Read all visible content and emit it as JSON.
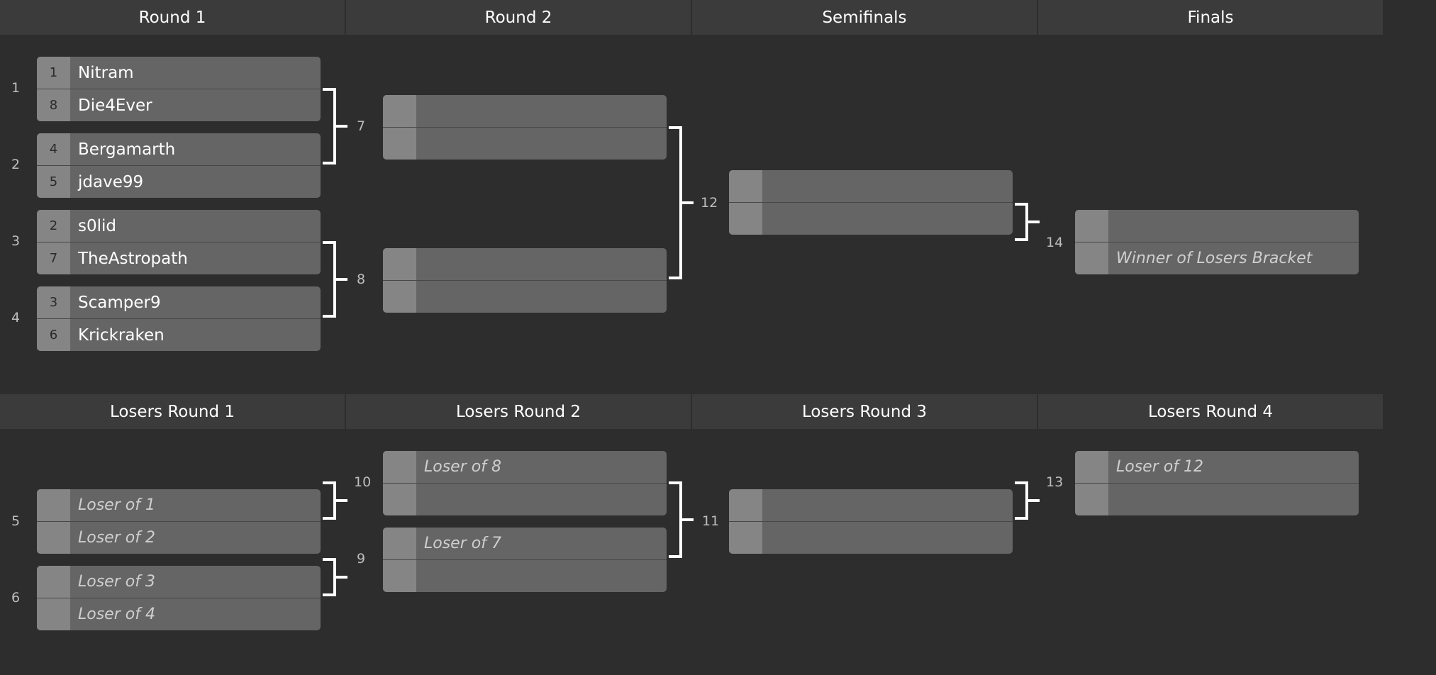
{
  "winners_headers": [
    "Round 1",
    "Round 2",
    "Semifinals",
    "Finals"
  ],
  "losers_headers": [
    "Losers Round 1",
    "Losers Round 2",
    "Losers Round 3",
    "Losers Round 4"
  ],
  "matches": {
    "m1": {
      "number": "1",
      "p1_seed": "1",
      "p1": "Nitram",
      "p2_seed": "8",
      "p2": "Die4Ever"
    },
    "m2": {
      "number": "2",
      "p1_seed": "4",
      "p1": "Bergamarth",
      "p2_seed": "5",
      "p2": "jdave99"
    },
    "m3": {
      "number": "3",
      "p1_seed": "2",
      "p1": "s0lid",
      "p2_seed": "7",
      "p2": "TheAstropath"
    },
    "m4": {
      "number": "4",
      "p1_seed": "3",
      "p1": "Scamper9",
      "p2_seed": "6",
      "p2": "Krickraken"
    },
    "m7": {
      "number": "7"
    },
    "m8": {
      "number": "8"
    },
    "m12": {
      "number": "12"
    },
    "m14": {
      "number": "14",
      "p2": "Winner of Losers Bracket"
    },
    "m5": {
      "number": "5",
      "p1": "Loser of 1",
      "p2": "Loser of 2"
    },
    "m6": {
      "number": "6",
      "p1": "Loser of 3",
      "p2": "Loser of 4"
    },
    "m10": {
      "number": "10",
      "p1": "Loser of 8"
    },
    "m9": {
      "number": "9",
      "p1": "Loser of 7"
    },
    "m11": {
      "number": "11"
    },
    "m13": {
      "number": "13",
      "p1": "Loser of 12"
    }
  },
  "colors": {
    "background": "#2d2d2d",
    "header": "#3b3b3b",
    "slot": "#656565",
    "seed_box": "#858585",
    "connector": "#ffffff"
  }
}
